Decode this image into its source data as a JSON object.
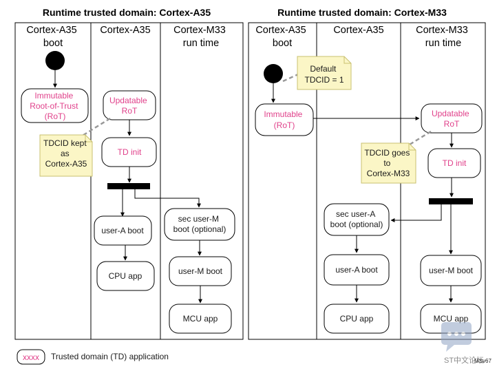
{
  "left_panel": {
    "title": "Runtime trusted domain: Cortex-A35",
    "columns": [
      [
        "Cortex-A35",
        "boot"
      ],
      [
        "Cortex-A35"
      ],
      [
        "Cortex-M33",
        "run time"
      ]
    ],
    "nodes": {
      "immutable_rot": [
        "Immutable",
        "Root-of-Trust",
        "(RoT)"
      ],
      "updatable_rot": [
        "Updatable",
        "RoT"
      ],
      "td_init": [
        "TD init"
      ],
      "user_a_boot": [
        "user-A boot"
      ],
      "cpu_app": [
        "CPU app"
      ],
      "sec_user_m": [
        "sec user-M",
        "boot (optional)"
      ],
      "user_m_boot": [
        "user-M boot"
      ],
      "mcu_app": [
        "MCU app"
      ]
    },
    "note": [
      "TDCID kept",
      "as",
      "Cortex-A35"
    ]
  },
  "right_panel": {
    "title": "Runtime trusted domain: Cortex-M33",
    "columns": [
      [
        "Cortex-A35",
        "boot"
      ],
      [
        "Cortex-A35"
      ],
      [
        "Cortex-M33",
        "run time"
      ]
    ],
    "nodes": {
      "immutable_rot": [
        "Immutable",
        "(RoT)"
      ],
      "updatable_rot": [
        "Updatable",
        "RoT"
      ],
      "td_init": [
        "TD init"
      ],
      "sec_user_a": [
        "sec user-A",
        "boot (optional)"
      ],
      "user_a_boot": [
        "user-A boot"
      ],
      "cpu_app": [
        "CPU app"
      ],
      "user_m_boot": [
        "user-M boot"
      ],
      "mcu_app": [
        "MCU app"
      ]
    },
    "note_default": [
      "Default",
      "TDCID = 1"
    ],
    "note_goes": [
      "TDCID goes",
      "to",
      "Cortex-M33"
    ]
  },
  "legend": {
    "sample": "xxxx",
    "text": "Trusted domain (TD)  application"
  },
  "footer": {
    "brand": "ST中文论坛",
    "figure_id": "MSv67"
  },
  "colors": {
    "td_text": "#e0408a",
    "note_fill": "#fbf6c6",
    "note_border": "#c8c070",
    "connector": "#999999"
  },
  "icons": {
    "watermark": "chat-bubble-icon"
  }
}
